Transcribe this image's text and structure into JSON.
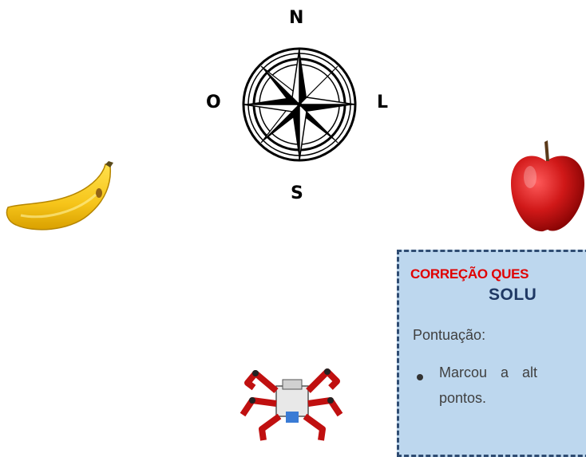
{
  "compass": {
    "north": "N",
    "west": "O",
    "east": "L",
    "south": "S"
  },
  "solution": {
    "title": "CORREÇÃO QUES",
    "subtitle": "SOLU",
    "score_label": "Pontuação:",
    "bullet_line1": "Marcou a alt",
    "bullet_line2": "pontos."
  },
  "images": {
    "banana": "banana",
    "apple": "apple",
    "robot": "robot",
    "compass": "compass-rose-icon"
  },
  "colors": {
    "box_background": "#bdd7ee",
    "box_border": "#2f4c72",
    "title_red": "#e00000",
    "subtitle_navy": "#1f3864"
  }
}
